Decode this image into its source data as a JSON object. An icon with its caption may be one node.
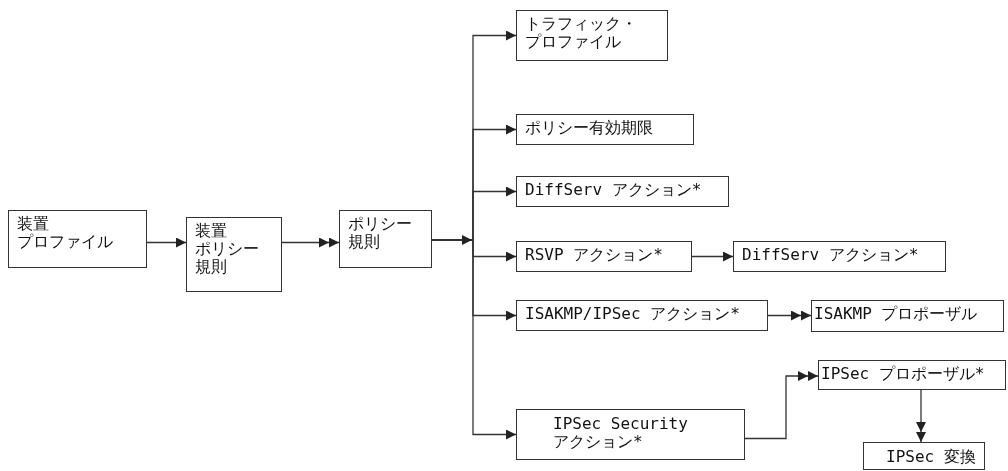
{
  "diagram": {
    "nodes": [
      {
        "text": [
          "装置プロファイル"
        ]
      },
      {
        "text": [
          "装置ポリシー規則"
        ]
      },
      {
        "text": [
          "ポリシー規則"
        ]
      },
      {
        "text": [
          "トラフィック・プロファイル"
        ]
      },
      {
        "text": [
          "ポリシー有効期限"
        ]
      },
      {
        "text": [
          "DiffServ アクション*"
        ]
      },
      {
        "text": [
          "RSVP アクション*"
        ]
      },
      {
        "text": [
          "DiffServ アクション*"
        ]
      },
      {
        "text": [
          "ISAKMP/IPSec アクション*"
        ]
      },
      {
        "text": [
          "ISAKMP プロポーザル"
        ]
      },
      {
        "text": [
          "IPSec Security アクション*"
        ]
      },
      {
        "text": [
          "IPSec プロポーザル*"
        ]
      },
      {
        "text": [
          "IPSec 変換"
        ]
      }
    ],
    "edges": [
      {
        "from": 0,
        "to": 1,
        "arrow": "to"
      },
      {
        "from": 1,
        "to": 2,
        "arrow": "to"
      },
      {
        "from": 2,
        "to": 3,
        "arrow": "to"
      },
      {
        "from": 2,
        "to": 4,
        "arrow": "to"
      },
      {
        "from": 2,
        "to": 5,
        "arrow": "to"
      },
      {
        "from": 2,
        "to": 6,
        "arrow": "to"
      },
      {
        "from": 2,
        "to": 8,
        "arrow": "to"
      },
      {
        "from": 2,
        "to": 10,
        "arrow": "to"
      },
      {
        "from": 6,
        "to": 7,
        "arrow": "to"
      },
      {
        "from": 8,
        "to": 9,
        "arrow": "to"
      },
      {
        "from": 10,
        "to": 11,
        "arrow": "to"
      },
      {
        "from": 11,
        "to": 12,
        "arrow": "to"
      }
    ]
  }
}
